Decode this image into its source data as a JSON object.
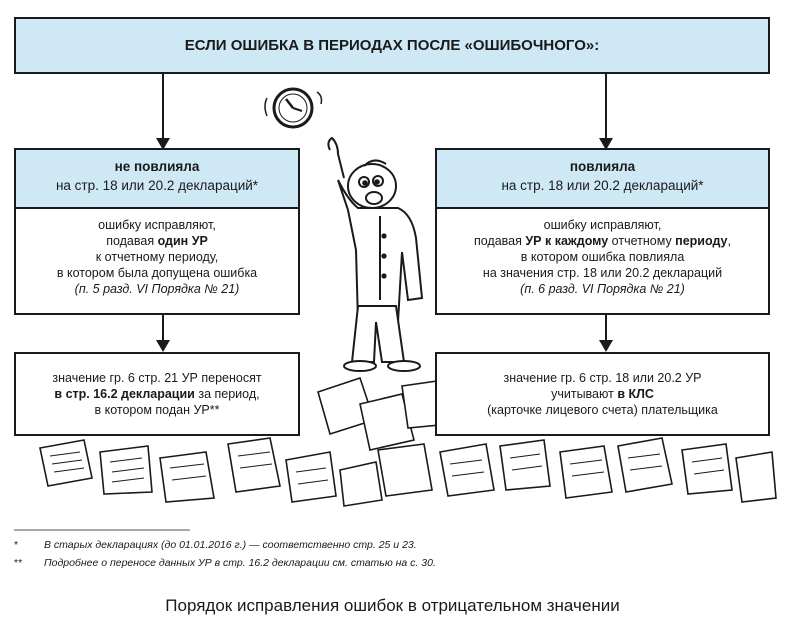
{
  "top": {
    "title": "ЕСЛИ ОШИБКА В ПЕРИОДАХ ПОСЛЕ «ОШИБОЧНОГО»:"
  },
  "left": {
    "head_bold": "не повлияла",
    "head_sub": "на стр. 18 или 20.2 деклараций*",
    "body": {
      "l1": "ошибку исправляют,",
      "l2a": "подавая ",
      "l2b": "один УР",
      "l3": "к отчетному периоду,",
      "l4": "в котором была допущена ошибка",
      "ref": "(п. 5 разд. VI Порядка № 21)"
    },
    "low": {
      "l1": "значение гр. 6 стр. 21 УР переносят",
      "l2a": "в стр. 16.2 декларации",
      "l2b": " за период,",
      "l3": "в котором подан УР**"
    }
  },
  "right": {
    "head_bold": "повлияла",
    "head_sub": "на стр. 18 или 20.2 деклараций*",
    "body": {
      "l1": "ошибку исправляют,",
      "l2a": "подавая ",
      "l2b": "УР к каждому",
      "l2c": " отчетному ",
      "l2d": "периоду",
      "l2e": ",",
      "l3": "в котором ошибка повлияла",
      "l4": "на значения стр. 18 или 20.2 деклараций",
      "ref": "(п. 6 разд. VI Порядка № 21)"
    },
    "low": {
      "l1": "значение гр. 6 стр. 18 или 20.2 УР",
      "l2a": "учитывают ",
      "l2b": "в КЛС",
      "l3": "(карточке лицевого счета) плательщика"
    }
  },
  "footnotes": [
    {
      "mark": "*",
      "text": "В старых декларациях (до 01.01.2016 г.) — соответственно стр. 25 и 23."
    },
    {
      "mark": "**",
      "text": "Подробнее о переносе данных УР в стр. 16.2 декларации см. статью на с. 30."
    }
  ],
  "caption": "Порядок исправления ошибок в отрицательном значении",
  "colors": {
    "header_fill": "#cfe8f5",
    "ink": "#1a1a1a"
  }
}
